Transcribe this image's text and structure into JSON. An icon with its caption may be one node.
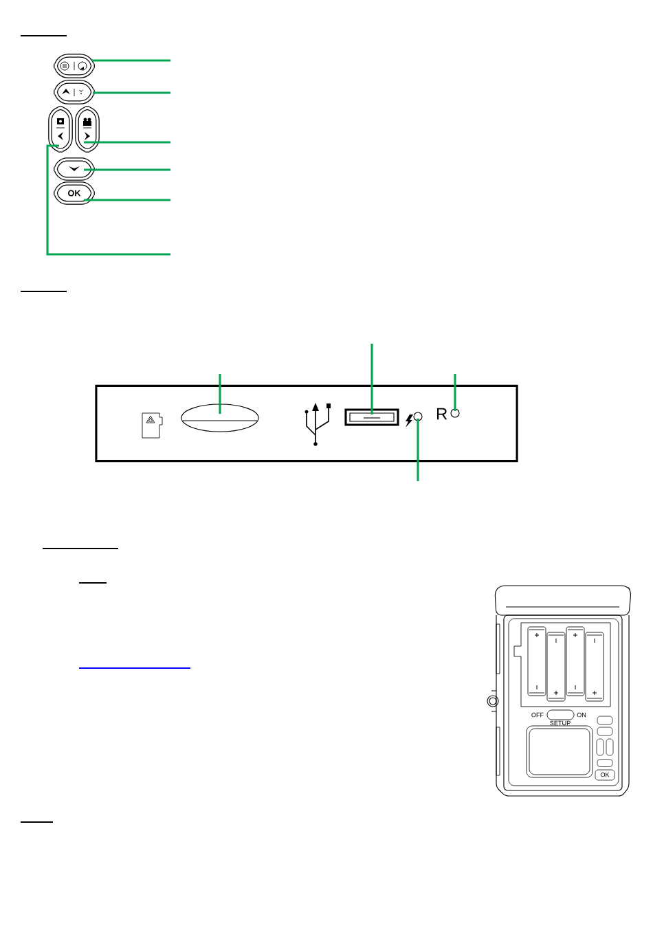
{
  "diagram": {
    "nodes": [
      {
        "text": [],
        "shape": "button"
      },
      {
        "text": [],
        "shape": "button"
      },
      {
        "text": [],
        "shape": "button"
      },
      {
        "text": [],
        "shape": "button"
      },
      {
        "text": [],
        "shape": "button"
      },
      {
        "text": [
          "OK"
        ]
      },
      {
        "text": [],
        "shape": "box"
      },
      {
        "text": [],
        "shape": "ellipse",
        "in": 6
      },
      {
        "text": [],
        "shape": "box",
        "in": 6
      },
      {
        "text": [],
        "shape": "circle",
        "in": 6
      },
      {
        "text": [],
        "shape": "circle",
        "in": 6,
        "beside": [
          "R"
        ]
      }
    ],
    "edges": [
      {
        "from": null,
        "to": 0,
        "arrow": "none"
      },
      {
        "from": null,
        "to": 1,
        "arrow": "none"
      },
      {
        "from": null,
        "to": 3,
        "arrow": "none"
      },
      {
        "from": null,
        "to": 4,
        "arrow": "none"
      },
      {
        "from": null,
        "to": 5,
        "arrow": "none"
      },
      {
        "from": null,
        "to": 2,
        "arrow": "none"
      },
      {
        "from": null,
        "to": 7,
        "arrow": "none"
      },
      {
        "from": null,
        "to": 8,
        "arrow": "none"
      },
      {
        "from": null,
        "to": 10,
        "arrow": "none"
      },
      {
        "from": null,
        "to": 9,
        "arrow": "none"
      }
    ],
    "labels": [
      "OFF",
      "ON",
      "SETUP",
      "OK"
    ]
  }
}
